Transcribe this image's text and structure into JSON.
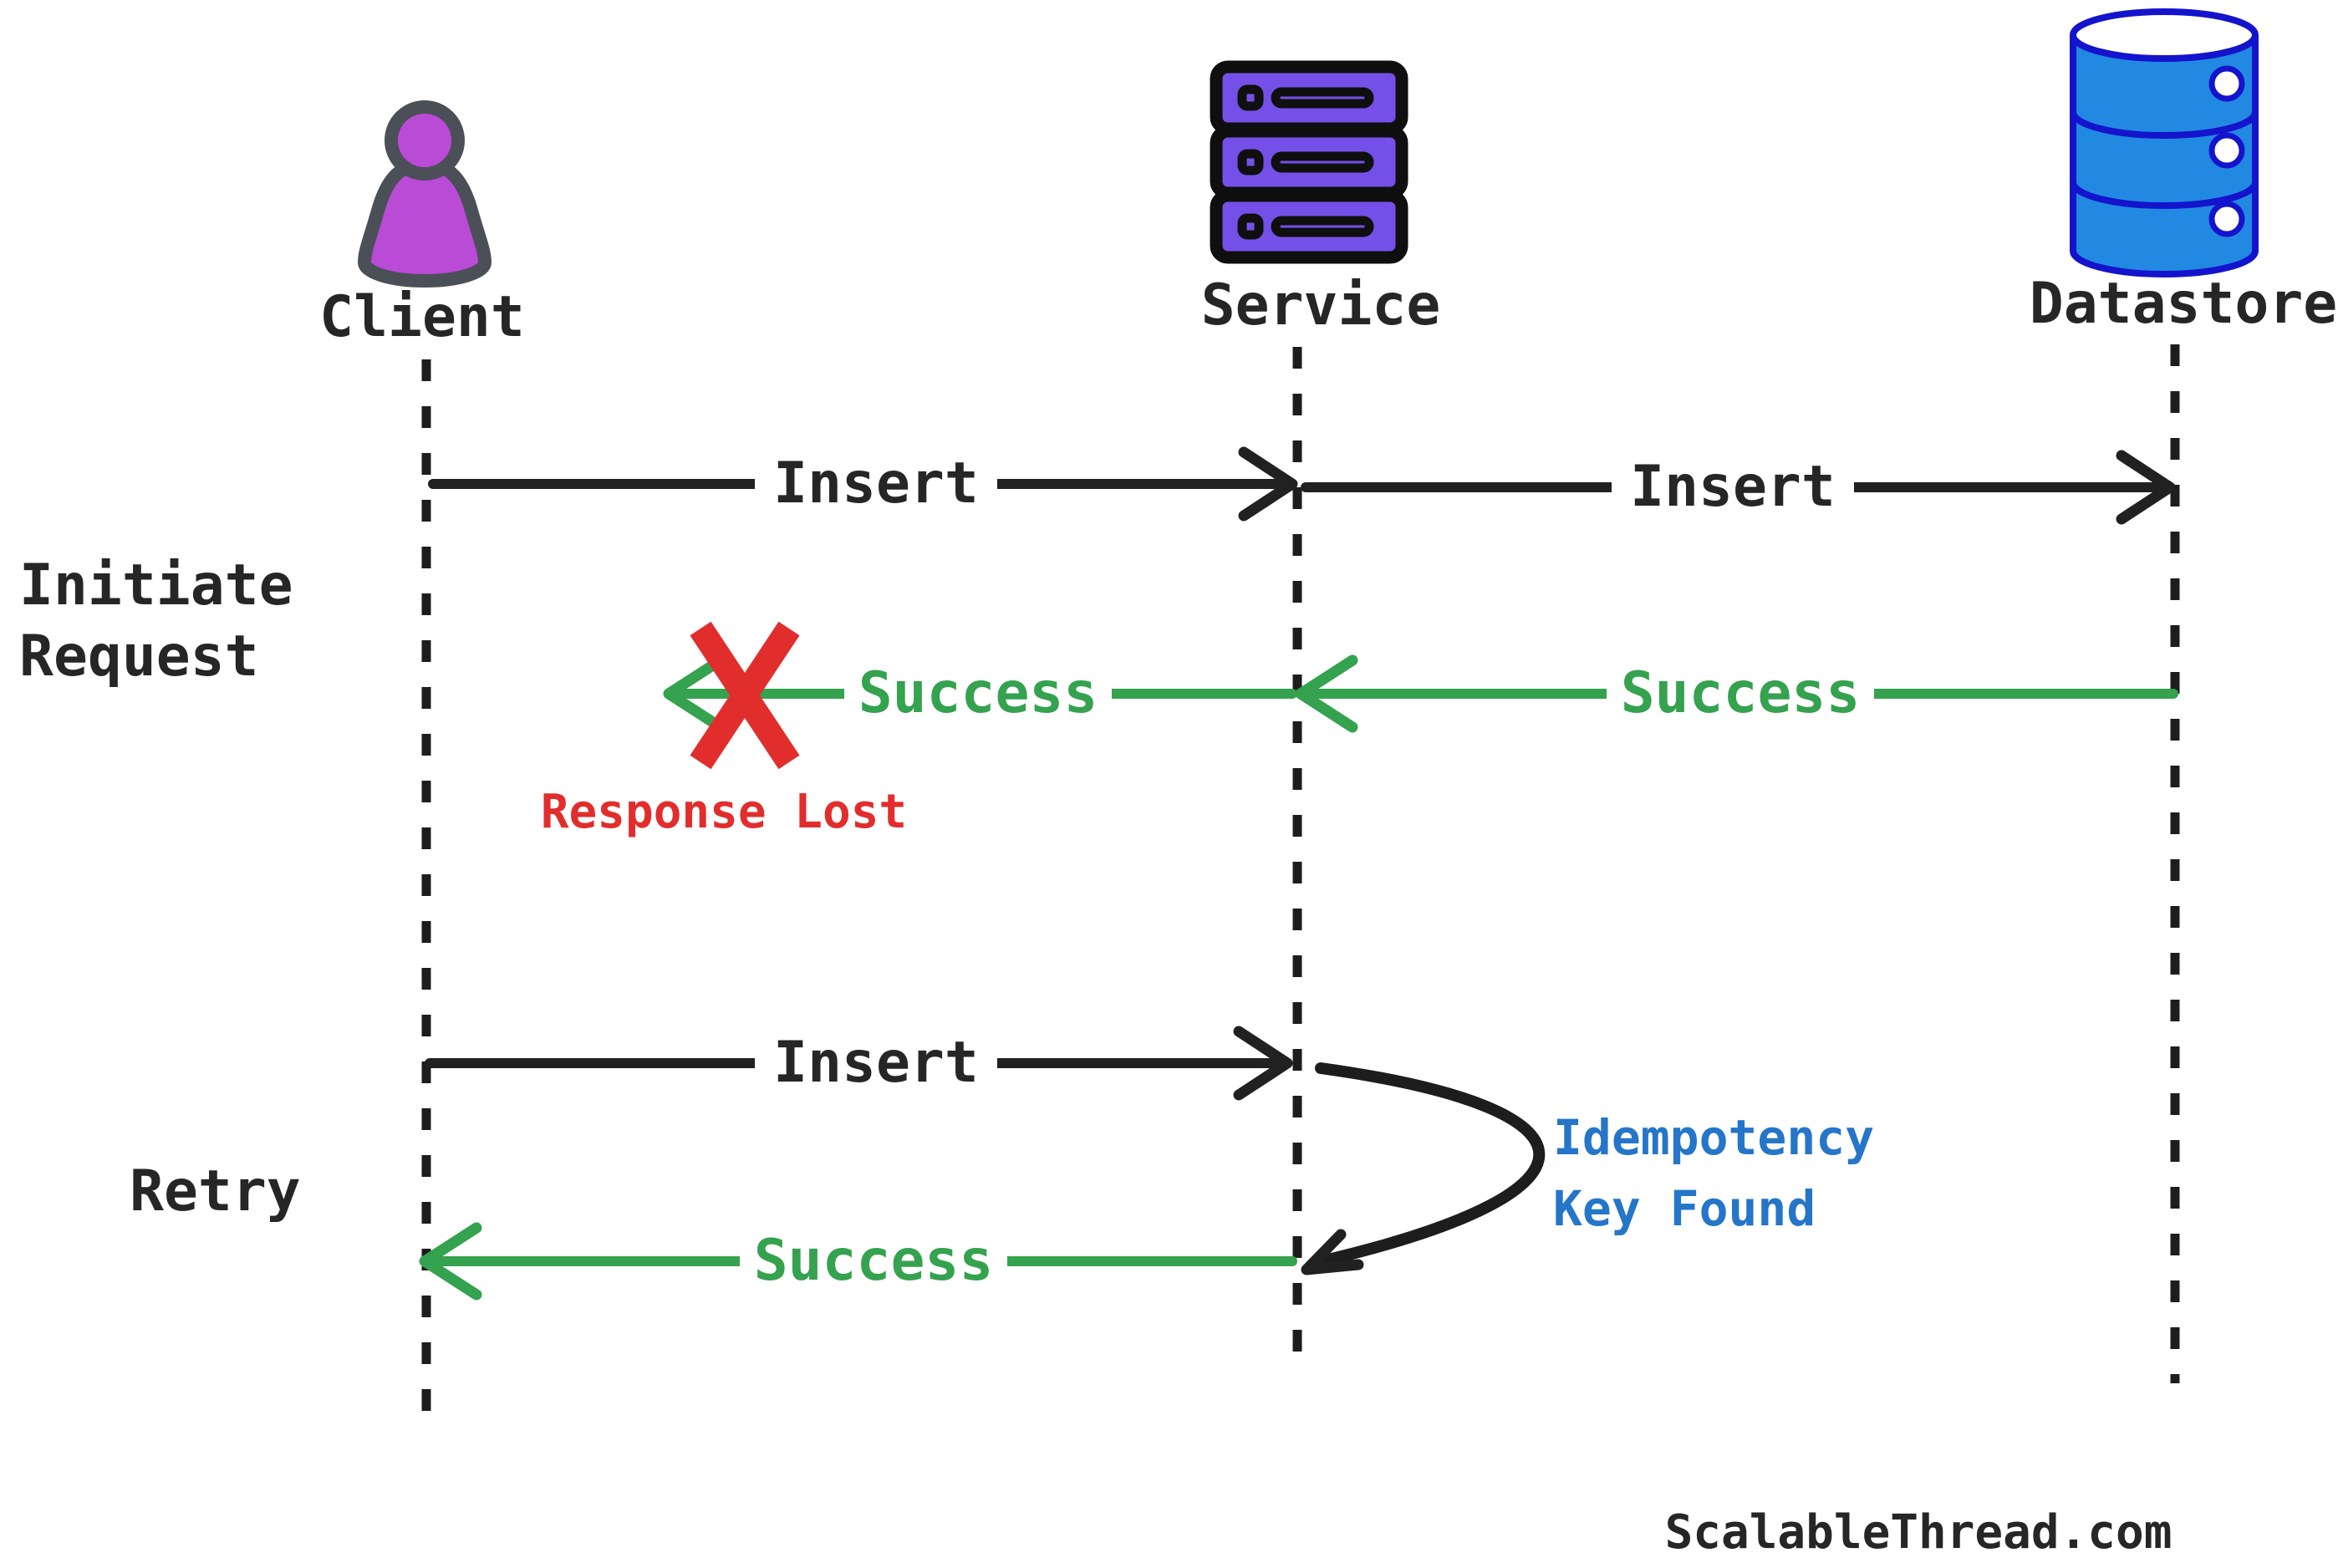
{
  "title": "Idempotency retry sequence diagram",
  "actors": [
    {
      "label": "Client"
    },
    {
      "label": "Service"
    },
    {
      "label": "Datastore"
    }
  ],
  "sections": {
    "initiate_line1": "Initiate",
    "initiate_line2": "Request",
    "retry": "Retry"
  },
  "messages": {
    "insert_client_service": "Insert",
    "insert_service_datastore": "Insert",
    "success_datastore_service": "Success",
    "success_service_client": "Success",
    "retry_insert": "Insert",
    "retry_success": "Success"
  },
  "annotations": {
    "response_lost": "Response Lost",
    "idempotency_line1": "Idempotency",
    "idempotency_line2": "Key Found"
  },
  "footer": {
    "brand": "ScalableThread.com"
  },
  "colors": {
    "client_purple": "#b94bd6",
    "client_outline": "#4a4f58",
    "service_purple": "#7450e8",
    "service_outline": "#0f0f0f",
    "datastore_blue": "#2289e2",
    "datastore_outline": "#1414cc",
    "arrow_black": "#212121",
    "success_green": "#34a24e",
    "error_red": "#e22d2d",
    "note_blue": "#2575c9",
    "text_dark": "#262626"
  }
}
